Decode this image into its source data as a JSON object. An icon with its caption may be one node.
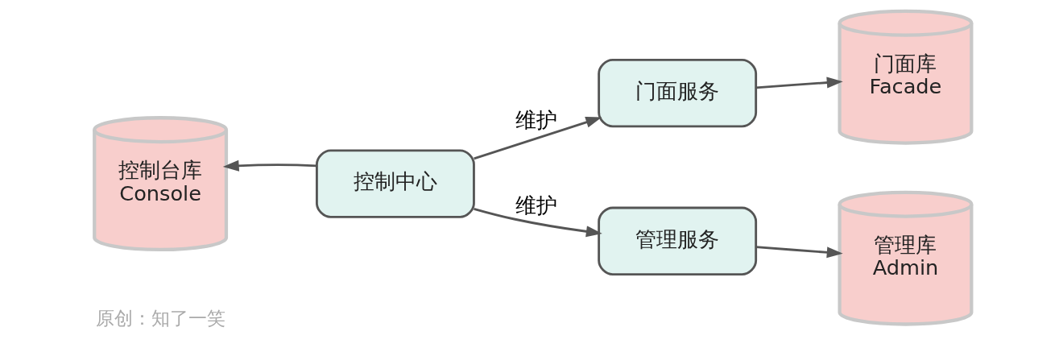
{
  "diagram": {
    "nodes": [
      {
        "text": [
          "控制台库",
          "Console"
        ]
      },
      {
        "text": [
          "控制中心"
        ]
      },
      {
        "text": [
          "门面服务"
        ]
      },
      {
        "text": [
          "门面库",
          "Facade"
        ]
      },
      {
        "text": [
          "管理服务"
        ]
      },
      {
        "text": [
          "管理库",
          "Admin"
        ]
      }
    ],
    "edges": [
      {
        "from": 1,
        "to": 0,
        "arrow": "to"
      },
      {
        "from": 1,
        "to": 2,
        "arrow": "to",
        "label": "维护"
      },
      {
        "from": 1,
        "to": 4,
        "arrow": "to",
        "label": "维护"
      },
      {
        "from": 2,
        "to": 3,
        "arrow": "to"
      },
      {
        "from": 4,
        "to": 5,
        "arrow": "to"
      }
    ],
    "labels": [
      "原创：知了一笑"
    ]
  }
}
